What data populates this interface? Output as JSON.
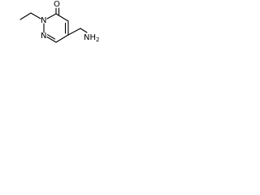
{
  "structure": {
    "atoms": {
      "carbonyl_oxygen": "O",
      "ring_nitrogen_substituted": "N",
      "ring_nitrogen_unsubstituted": "N",
      "amine_group": "NH",
      "amine_subscript": "2"
    }
  }
}
